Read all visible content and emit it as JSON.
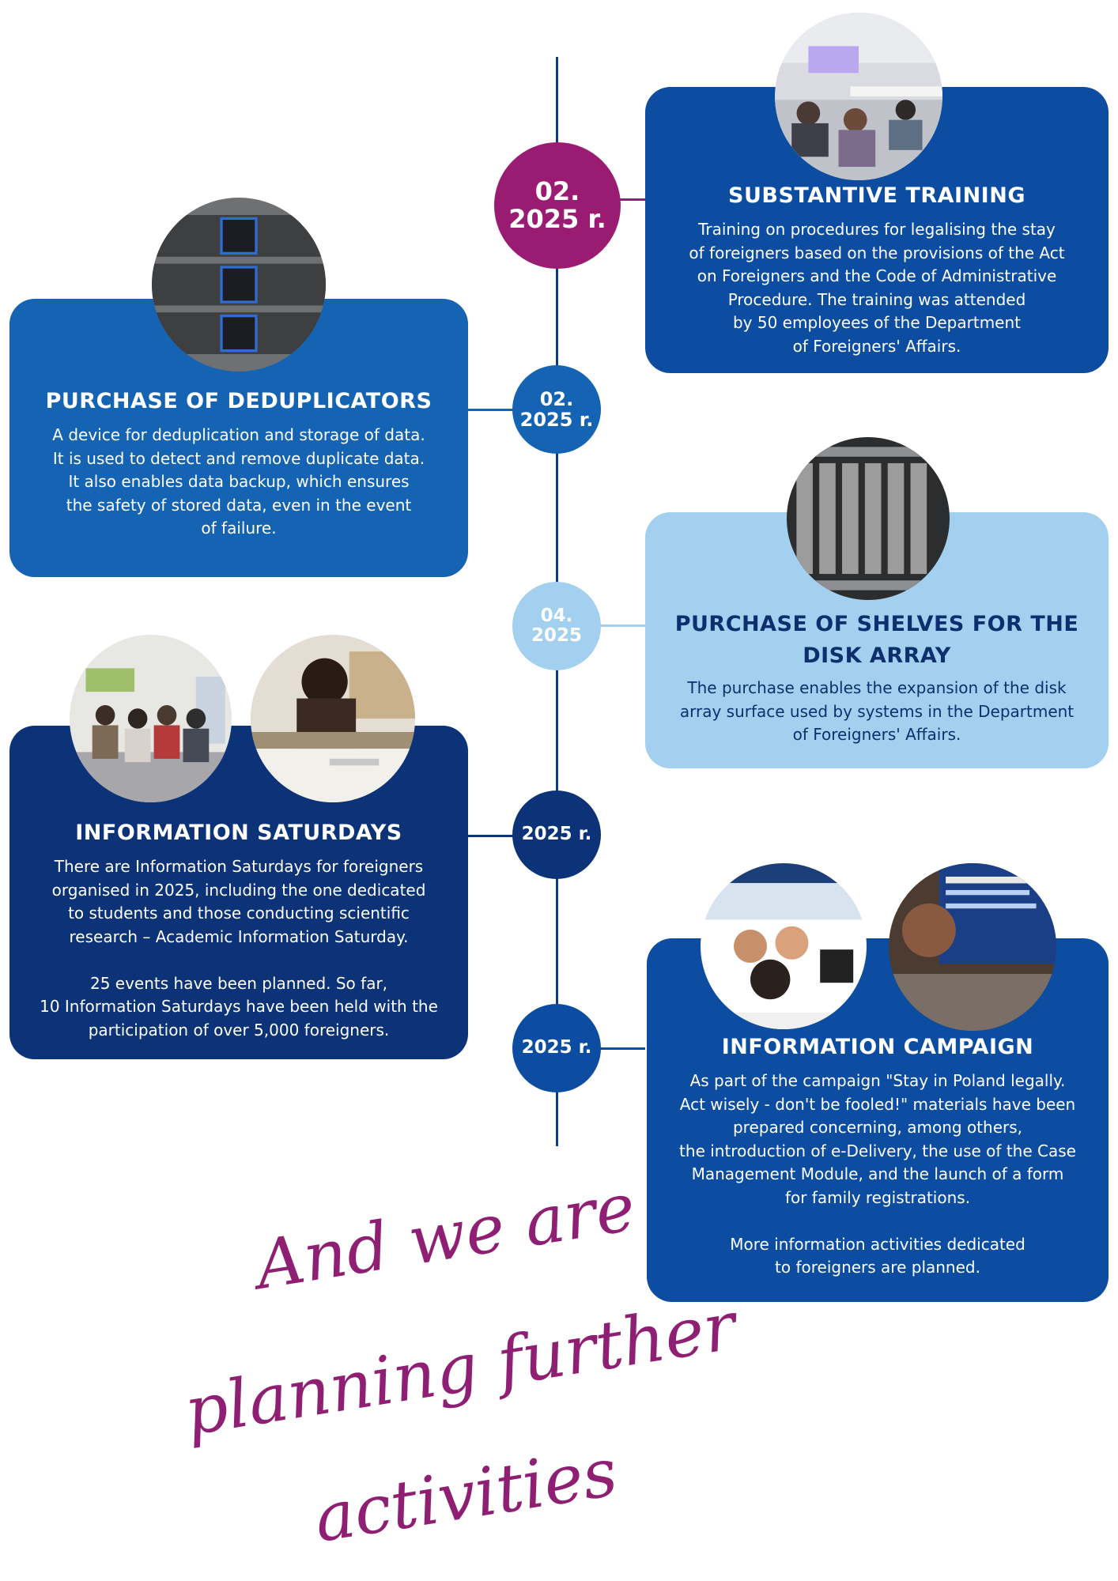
{
  "timeline": {
    "events": [
      {
        "date": "02.\n2025 r.",
        "title": "SUBSTANTIVE TRAINING",
        "description": "Training on procedures for legalising the stay\nof foreigners based on the provisions of the Act\non Foreigners and the Code of Administrative\nProcedure. The training was attended\nby 50 employees of the Department\nof Foreigners' Affairs."
      },
      {
        "date": "02.\n2025 r.",
        "title": "PURCHASE OF DEDUPLICATORS",
        "description": "A device for deduplication and storage of data.\nIt is used to detect and remove duplicate data.\nIt also enables data backup, which ensures\nthe safety of stored data, even in the event\nof failure."
      },
      {
        "date": "04.\n2025",
        "title": "PURCHASE OF SHELVES FOR THE\nDISK ARRAY",
        "description": "The purchase enables the expansion of the disk\narray surface used by systems in the Department\nof Foreigners' Affairs."
      },
      {
        "date": "2025 r.",
        "title": "INFORMATION SATURDAYS",
        "description": "There are Information Saturdays for foreigners\norganised in 2025, including the one dedicated\nto students and those conducting scientific\nresearch – Academic Information Saturday.\n\n25 events have been planned. So far,\n10 Information Saturdays have been held with the\nparticipation of over 5,000 foreigners."
      },
      {
        "date": "2025 r.",
        "title": "INFORMATION CAMPAIGN",
        "description": "As part of the campaign \"Stay in Poland legally.\nAct wisely - don't be fooled!\" materials have been\nprepared concerning, among others,\nthe introduction of e-Delivery, the use of the Case\nManagement Module, and the launch of a form\nfor family registrations.\n\nMore information activities dedicated\nto foreigners are planned."
      }
    ]
  },
  "closing": {
    "line1": "And we are",
    "line2": "planning further",
    "line3": "activities"
  },
  "colors": {
    "navy": "#0d3a86",
    "royal": "#0c4da2",
    "mid_blue": "#1563b3",
    "deep_navy": "#0c3277",
    "light_blue": "#a4d0f0",
    "magenta": "#9a1c72",
    "closing_text": "#8f1f73"
  },
  "photos": [
    {
      "icon": "training-room-photo"
    },
    {
      "icon": "server-rack-photo"
    },
    {
      "icon": "disk-array-photo"
    },
    {
      "icon": "waiting-room-photo"
    },
    {
      "icon": "consultation-desk-photo"
    },
    {
      "icon": "family-leaflet-photo"
    },
    {
      "icon": "laptop-leaflet-photo"
    }
  ]
}
